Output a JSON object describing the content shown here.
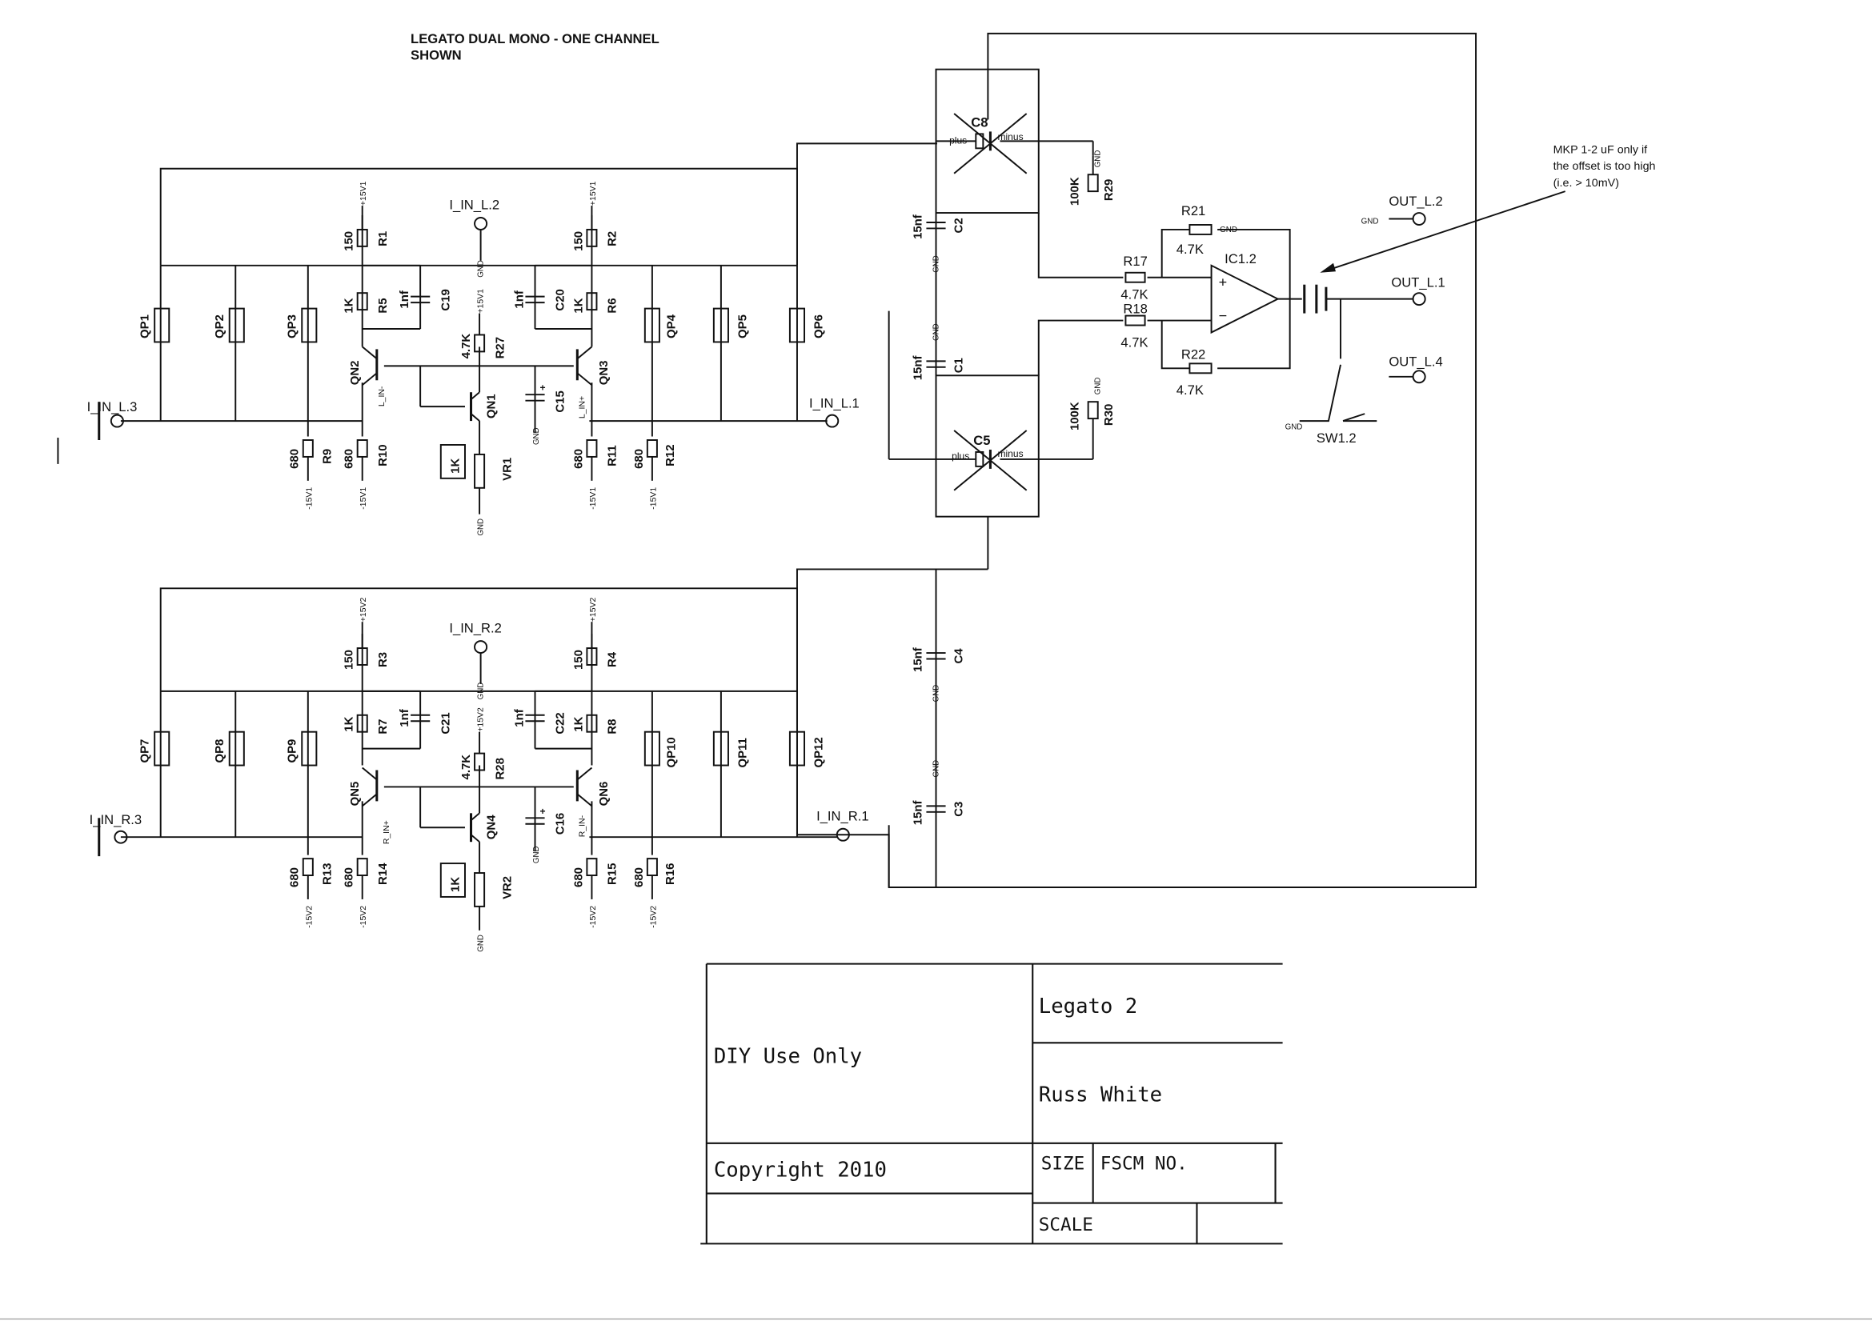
{
  "title": {
    "line1": "LEGATO DUAL MONO - ONE CHANNEL",
    "line2": "SHOWN"
  },
  "note": {
    "line1": "MKP 1-2 uF only if",
    "line2": "the offset is too high",
    "line3": "(i.e. > 10mV)"
  },
  "title_block": {
    "use": "DIY Use Only",
    "name": "Legato 2",
    "author": "Russ White",
    "copyright": "Copyright 2010",
    "size_label": "SIZE",
    "fscm_label": "FSCM NO.",
    "scale_label": "SCALE"
  },
  "connectors": {
    "in_l1": "I_IN_L.1",
    "in_l2": "I_IN_L.2",
    "in_l3": "I_IN_L.3",
    "in_r1": "I_IN_R.1",
    "in_r2": "I_IN_R.2",
    "in_r3": "I_IN_R.3",
    "out_l1": "OUT_L.1",
    "out_l2": "OUT_L.2",
    "out_l4": "OUT_L.4"
  },
  "upper": {
    "r1": {
      "ref": "R1",
      "value": "150",
      "rail": "+15V1"
    },
    "r2": {
      "ref": "R2",
      "value": "150",
      "rail": "+15V1"
    },
    "r5": {
      "ref": "R5",
      "value": "1K"
    },
    "r6": {
      "ref": "R6",
      "value": "1K"
    },
    "c19": {
      "ref": "C19",
      "value": "1nf"
    },
    "c20": {
      "ref": "C20",
      "value": "1nf"
    },
    "r27": {
      "ref": "R27",
      "value": "4.7K",
      "rail": "+15V1"
    },
    "c15": {
      "ref": "C15"
    },
    "vr1": {
      "ref": "VR1",
      "value": "1K"
    },
    "r9": {
      "ref": "R9",
      "value": "680",
      "rail": "-15V1"
    },
    "r10": {
      "ref": "R10",
      "value": "680",
      "rail": "-15V1"
    },
    "r11": {
      "ref": "R11",
      "value": "680",
      "rail": "-15V1"
    },
    "r12": {
      "ref": "R12",
      "value": "680",
      "rail": "-15V1"
    },
    "qp": [
      "QP1",
      "QP2",
      "QP3",
      "QP4",
      "QP5",
      "QP6"
    ],
    "qn2": "QN2",
    "qn3": "QN3",
    "qn1": "QN1",
    "net_minus": "L_IN-",
    "net_plus": "L_IN+"
  },
  "lower": {
    "r3": {
      "ref": "R3",
      "value": "150",
      "rail": "+15V2"
    },
    "r4": {
      "ref": "R4",
      "value": "150",
      "rail": "+15V2"
    },
    "r7": {
      "ref": "R7",
      "value": "1K"
    },
    "r8": {
      "ref": "R8",
      "value": "1K"
    },
    "c21": {
      "ref": "C21",
      "value": "1nf"
    },
    "c22": {
      "ref": "C22",
      "value": "1nf"
    },
    "r28": {
      "ref": "R28",
      "value": "4.7K",
      "rail": "+15V2"
    },
    "c16": {
      "ref": "C16"
    },
    "vr2": {
      "ref": "VR2",
      "value": "1K"
    },
    "r13": {
      "ref": "R13",
      "value": "680",
      "rail": "-15V2"
    },
    "r14": {
      "ref": "R14",
      "value": "680",
      "rail": "-15V2"
    },
    "r15": {
      "ref": "R15",
      "value": "680",
      "rail": "-15V2"
    },
    "r16": {
      "ref": "R16",
      "value": "680",
      "rail": "-15V2"
    },
    "qp": [
      "QP7",
      "QP8",
      "QP9",
      "QP10",
      "QP11",
      "QP12"
    ],
    "qn5": "QN5",
    "qn6": "QN6",
    "qn4": "QN4",
    "net_minus": "R_IN-",
    "net_plus": "R_IN+"
  },
  "output": {
    "c1": {
      "ref": "C1",
      "value": "15nf"
    },
    "c2": {
      "ref": "C2",
      "value": "15nf"
    },
    "c3": {
      "ref": "C3",
      "value": "15nf"
    },
    "c4": {
      "ref": "C4",
      "value": "15nf"
    },
    "c5": {
      "ref": "C5"
    },
    "c8": {
      "ref": "C8"
    },
    "cap_plus": "plus",
    "cap_minus": "minus",
    "r29": {
      "ref": "R29",
      "value": "100K"
    },
    "r30": {
      "ref": "R30",
      "value": "100K"
    },
    "r17": {
      "ref": "R17",
      "value": "4.7K"
    },
    "r18": {
      "ref": "R18",
      "value": "4.7K"
    },
    "r21": {
      "ref": "R21",
      "value": "4.7K"
    },
    "r22": {
      "ref": "R22",
      "value": "4.7K"
    },
    "ic": "IC1.2",
    "sw": "SW1.2"
  },
  "labels": {
    "gnd": "GND"
  }
}
